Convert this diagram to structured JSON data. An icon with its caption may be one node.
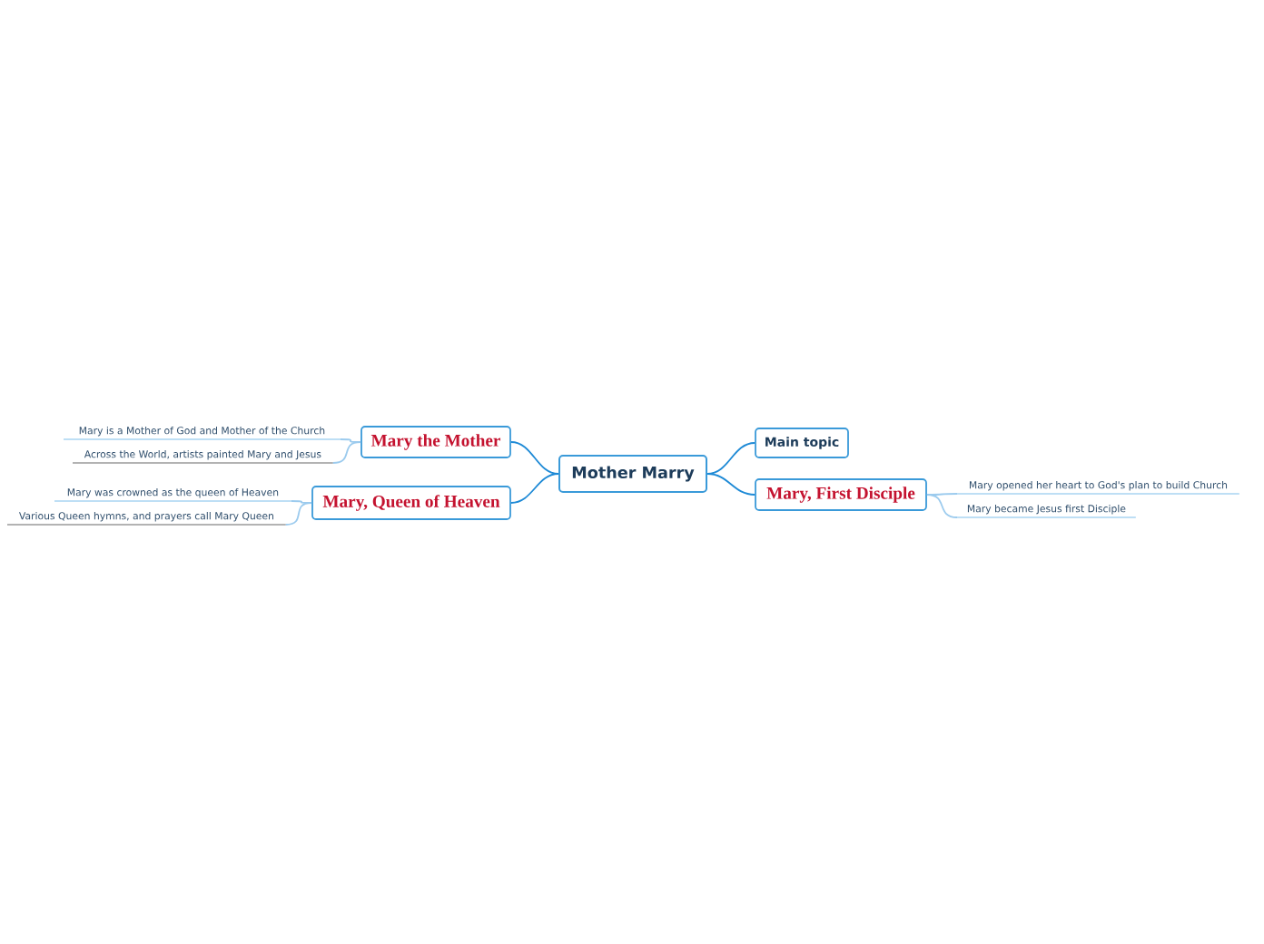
{
  "diagram": {
    "nodes": [
      {
        "text": [
          "Mother Marry"
        ]
      },
      {
        "text": [
          "Mary the Mother"
        ]
      },
      {
        "text": [
          "Mary is a Mother of God and Mother of the Church"
        ]
      },
      {
        "text": [
          "Across the World, artists painted Mary and Jesus"
        ]
      },
      {
        "text": [
          "Mary, Queen of Heaven"
        ]
      },
      {
        "text": [
          "Mary was crowned as the queen of Heaven"
        ]
      },
      {
        "text": [
          "Various Queen hymns, and prayers call Mary Queen"
        ]
      },
      {
        "text": [
          "Main topic"
        ]
      },
      {
        "text": [
          "Mary, First Disciple"
        ]
      },
      {
        "text": [
          "Mary opened her heart to God's plan to build Church"
        ]
      },
      {
        "text": [
          "Mary became Jesus first Disciple"
        ]
      }
    ],
    "edges": [
      {
        "from": 0,
        "to": 1,
        "arrow": "none",
        "color": "#1e8ad6"
      },
      {
        "from": 1,
        "to": 2,
        "arrow": "none"
      },
      {
        "from": 1,
        "to": 3,
        "arrow": "none"
      },
      {
        "from": 0,
        "to": 4,
        "arrow": "none",
        "color": "#1e8ad6"
      },
      {
        "from": 4,
        "to": 5,
        "arrow": "none"
      },
      {
        "from": 4,
        "to": 6,
        "arrow": "none"
      },
      {
        "from": 0,
        "to": 7,
        "arrow": "none",
        "color": "#1e8ad6"
      },
      {
        "from": 0,
        "to": 8,
        "arrow": "none",
        "color": "#1e8ad6"
      },
      {
        "from": 8,
        "to": 9,
        "arrow": "none"
      },
      {
        "from": 8,
        "to": 10,
        "arrow": "none"
      }
    ]
  }
}
